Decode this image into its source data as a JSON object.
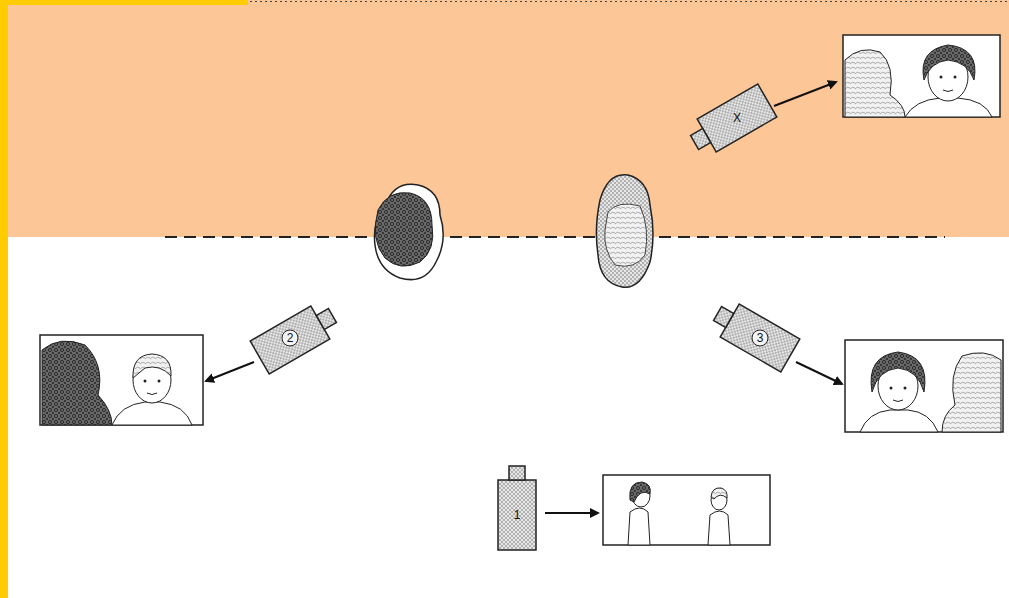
{
  "diagram": {
    "labels": [
      "X",
      "2",
      "3",
      "1"
    ]
  }
}
